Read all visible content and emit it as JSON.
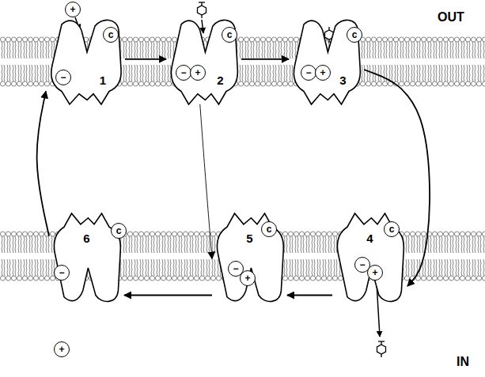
{
  "diagram": {
    "nodes": [
      {
        "text": [
          "1"
        ]
      },
      {
        "text": [
          "2"
        ]
      },
      {
        "text": [
          "3"
        ]
      },
      {
        "text": [
          "4"
        ]
      },
      {
        "text": [
          "5"
        ]
      },
      {
        "text": [
          "6"
        ]
      }
    ],
    "edges": [
      {
        "from": 0,
        "to": 1,
        "arrow": "to"
      },
      {
        "from": 1,
        "to": 2,
        "arrow": "to"
      },
      {
        "from": 2,
        "to": 3,
        "arrow": "to"
      },
      {
        "from": 3,
        "to": 4,
        "arrow": "to"
      },
      {
        "from": 4,
        "to": 5,
        "arrow": "to"
      },
      {
        "from": 5,
        "to": 0,
        "arrow": "to"
      },
      {
        "from": 1,
        "to": 4,
        "arrow": "to"
      }
    ],
    "labels": [
      "OUT",
      "+",
      "−",
      "c",
      "c",
      "−",
      "+",
      "c",
      "−",
      "+",
      "c",
      "−",
      "+",
      "c",
      "−",
      "+",
      "c",
      "−",
      "+",
      "IN"
    ]
  }
}
